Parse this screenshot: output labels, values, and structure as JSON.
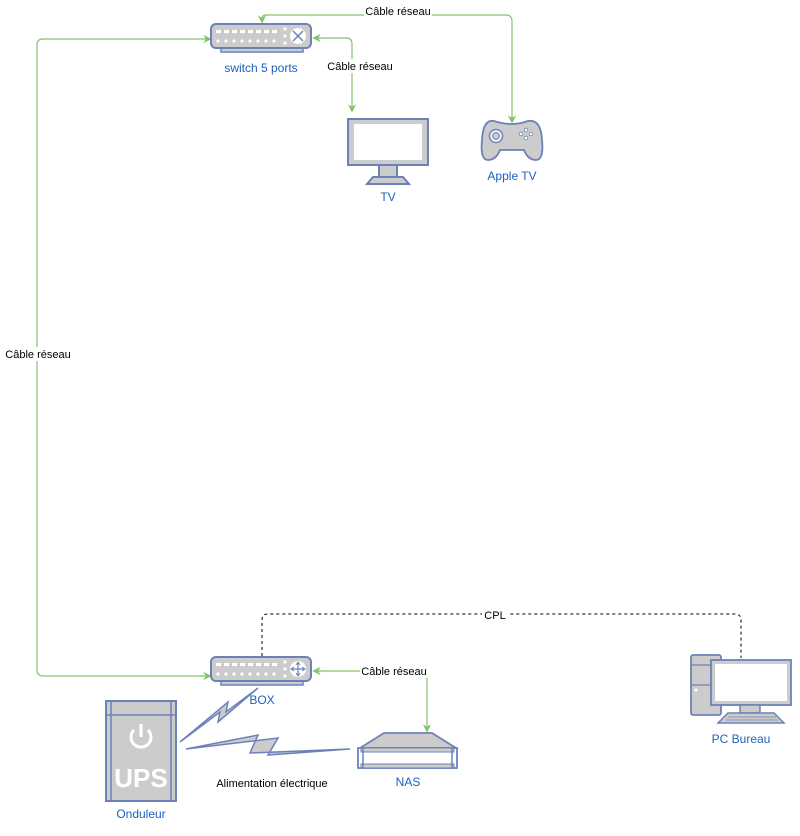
{
  "diagram": {
    "colors": {
      "network_edge": "#82c46c",
      "cpl_edge": "#000000",
      "device_stroke": "#6b82b8",
      "device_fill": "#cccccc",
      "node_label": "#1f5fbf",
      "edge_label": "#000000"
    },
    "nodes": {
      "switch": {
        "label": "switch 5 ports",
        "icon": "network-switch-icon"
      },
      "tv": {
        "label": "TV",
        "icon": "monitor-icon"
      },
      "apple_tv": {
        "label": "Apple TV",
        "icon": "gamepad-icon"
      },
      "box": {
        "label": "BOX",
        "icon": "router-icon"
      },
      "ups": {
        "label": "Onduleur",
        "icon": "ups-icon",
        "icon_text": "UPS"
      },
      "nas": {
        "label": "NAS",
        "icon": "nas-icon"
      },
      "pc": {
        "label": "PC Bureau",
        "icon": "desktop-pc-icon"
      }
    },
    "edges": [
      {
        "id": "switch-appletv",
        "label": "Câble réseau",
        "style": "solid"
      },
      {
        "id": "switch-tv",
        "label": "Câble réseau",
        "style": "solid"
      },
      {
        "id": "box-switch",
        "label": "Câble réseau",
        "style": "solid"
      },
      {
        "id": "box-nas",
        "label": "Câble réseau",
        "style": "solid"
      },
      {
        "id": "box-pc",
        "label": "CPL",
        "style": "dashed"
      },
      {
        "id": "ups-box",
        "label": "",
        "style": "power"
      },
      {
        "id": "ups-nas",
        "label": "Alimentation électrique",
        "style": "power"
      }
    ]
  }
}
